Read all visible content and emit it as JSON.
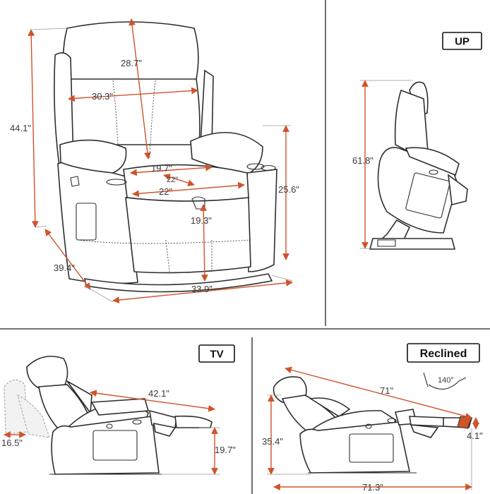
{
  "colors": {
    "arrow": "#d0532a",
    "line": "#2e2e2e",
    "divider": "#222222"
  },
  "labels": {
    "up": "UP",
    "tv": "TV",
    "reclined": "Reclined"
  },
  "front": {
    "headrest_width": "28.7\"",
    "back_width": "30.3\"",
    "total_height": "44.1\"",
    "seat_depth": "19.7\"",
    "seat_inner": "22\"",
    "seat_width": "22\"",
    "arm_height": "25.6\"",
    "seat_height": "19.3\"",
    "depth": "39.4\"",
    "overall_width": "33.9\""
  },
  "up": {
    "height": "61.8\""
  },
  "tv": {
    "length": "42.1\"",
    "back_clearance": "16.5\"",
    "foot_height": "19.7\""
  },
  "reclined": {
    "length": "71\"",
    "height": "35.4\"",
    "footrest": "4.1\"",
    "overall_length": "71.3\"",
    "angle": "140°"
  }
}
